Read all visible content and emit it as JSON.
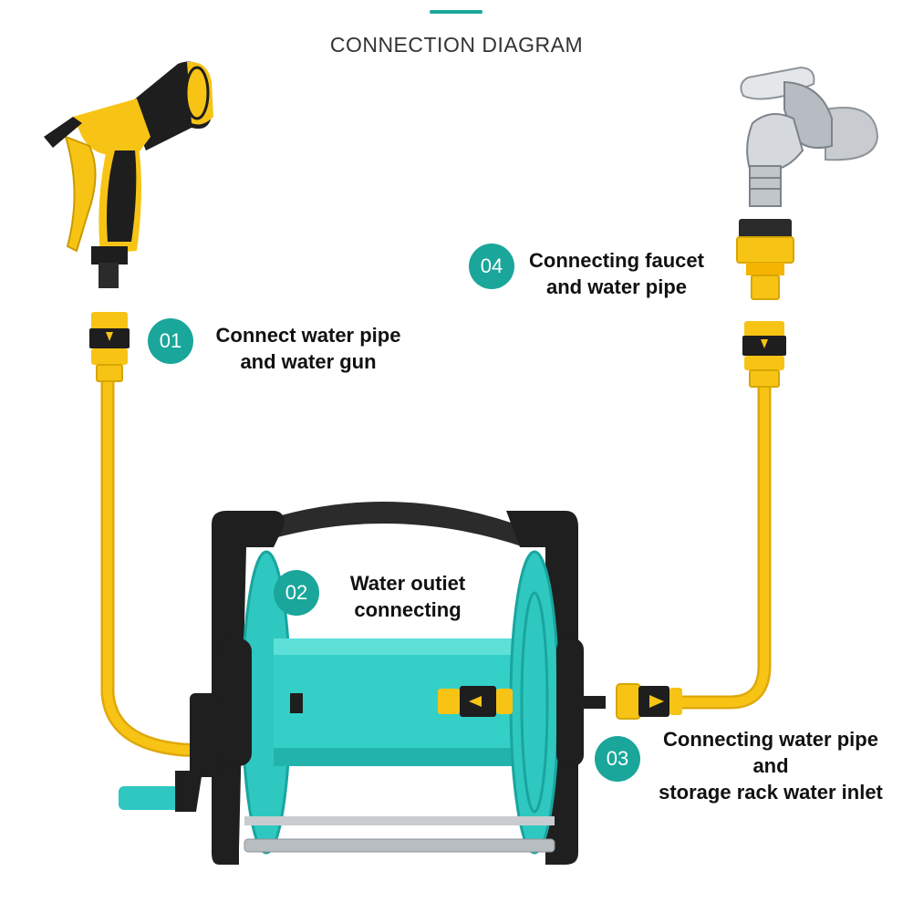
{
  "colors": {
    "accent": "#1aa69a",
    "hose_yellow": "#f7c416",
    "reel_teal": "#2ec8c0",
    "frame_dark": "#2b2b2b",
    "chrome": "#c8ccd0"
  },
  "header": {
    "title": "CONNECTION DIAGRAM"
  },
  "steps": [
    {
      "number": "01",
      "line1": "Connect water pipe",
      "line2": "and water gun",
      "line3": ""
    },
    {
      "number": "02",
      "line1": "Water outiet",
      "line2": "connecting",
      "line3": ""
    },
    {
      "number": "03",
      "line1": "Connecting water pipe",
      "line2": "and",
      "line3": "storage rack water inlet"
    },
    {
      "number": "04",
      "line1": "Connecting faucet",
      "line2": "and water pipe",
      "line3": ""
    }
  ],
  "illustrations": {
    "spray_gun": "spray-gun-icon",
    "faucet": "faucet-icon",
    "hose_reel": "hose-reel-icon",
    "hose": "yellow-hose",
    "connector": "quick-connector-icon"
  }
}
